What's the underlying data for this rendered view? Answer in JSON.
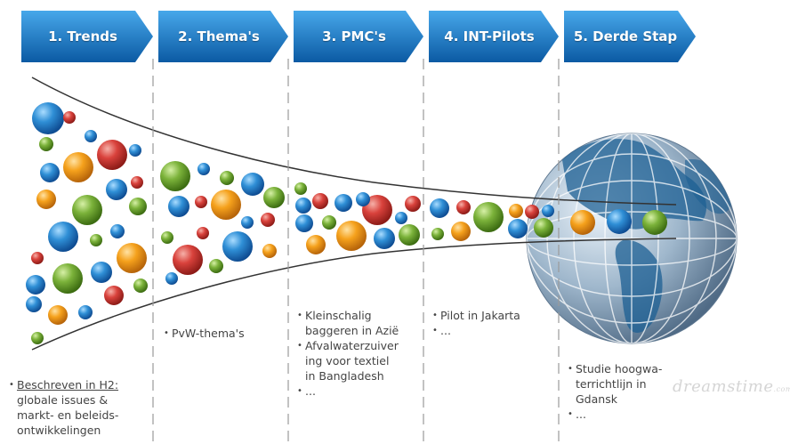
{
  "phases": [
    {
      "label": "1. Trends"
    },
    {
      "label": "2. Thema's"
    },
    {
      "label": "3. PMC's"
    },
    {
      "label": "4. INT-Pilots"
    },
    {
      "label": "5. Derde Stap"
    }
  ],
  "notes": {
    "trends": [
      "Beschreven in H2:",
      "globale issues &",
      "markt- en beleids-",
      "ontwikkelingen"
    ],
    "themas": [
      "PvW-thema's"
    ],
    "pmcs": [
      [
        "Kleinschalig",
        "baggeren in Azië"
      ],
      [
        "Afvalwaterzuiver",
        "ing voor textiel",
        "in Bangladesh"
      ],
      [
        "..."
      ]
    ],
    "pilots": [
      [
        "Pilot in Jakarta"
      ],
      [
        "..."
      ]
    ],
    "derde_stap": [
      [
        "Studie hoogwa-",
        "terrichtlijn in",
        "Gdansk"
      ],
      [
        "..."
      ]
    ]
  },
  "watermark": {
    "text": "dreamstime",
    "suffix": ".com"
  },
  "colors": {
    "arrow_top": "#3a9be0",
    "arrow_bottom": "#0d5fa8",
    "blue": "#2f8fd6",
    "green": "#7bb23a",
    "orange": "#f5a11c",
    "red": "#d9423c",
    "divider": "#9a9a9a"
  }
}
